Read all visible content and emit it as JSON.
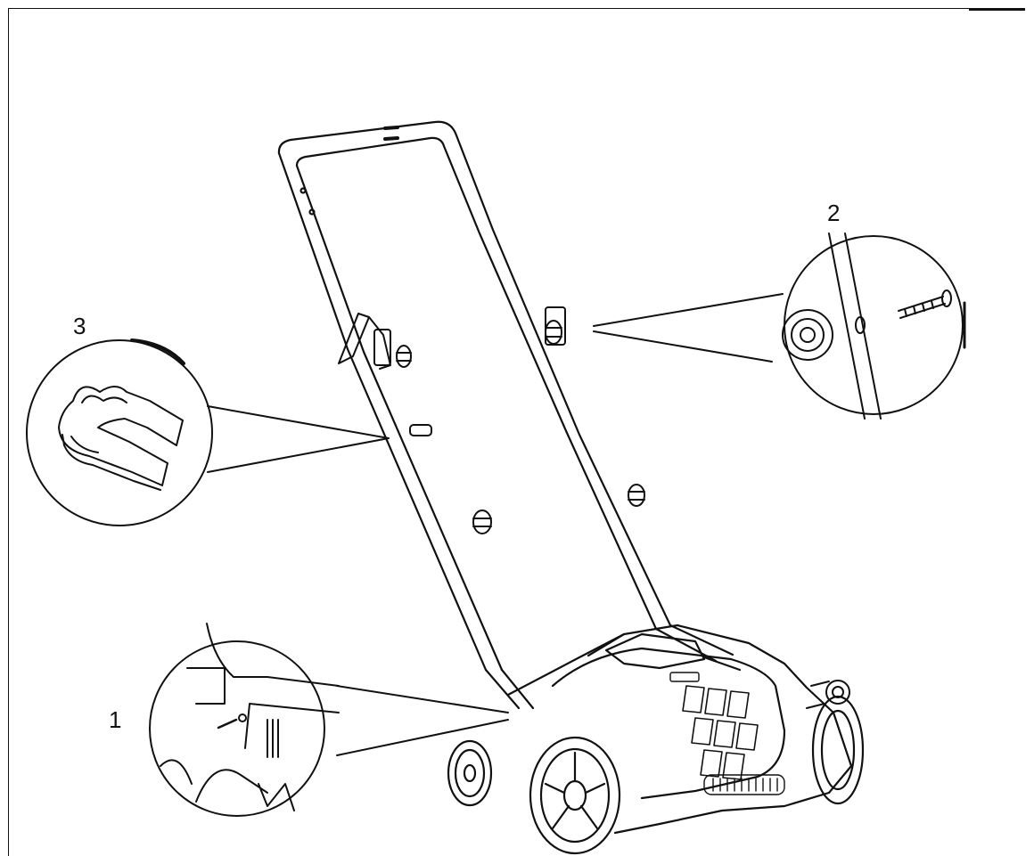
{
  "callouts": {
    "one": {
      "label": "1",
      "meaning-icon": "screw-bolt-icon"
    },
    "two": {
      "label": "2",
      "meaning-icon": "knob-bolt-icon"
    },
    "three": {
      "label": "3",
      "meaning-icon": "cable-clip-icon"
    }
  },
  "colors": {
    "ink": "#111111",
    "paper": "#ffffff"
  }
}
